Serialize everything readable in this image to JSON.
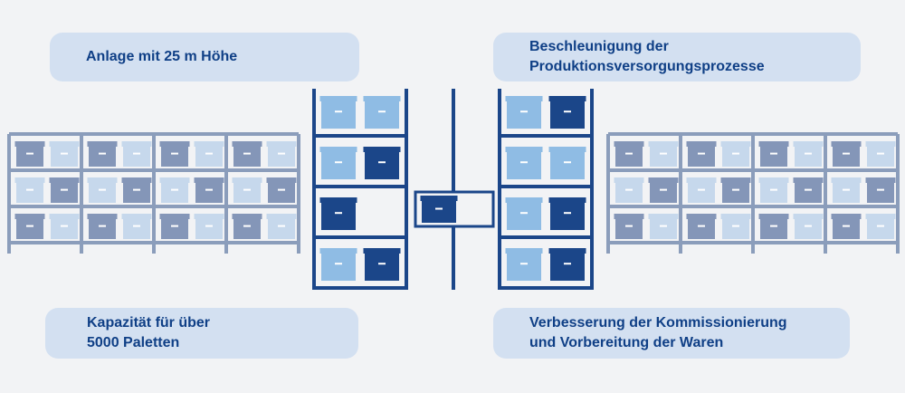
{
  "labels": {
    "top_left": "Anlage mit 25 m Höhe",
    "top_right": [
      "Beschleunigung der",
      "Produktionsversorgungsprozesse"
    ],
    "bottom_left": [
      "Kapazität für über",
      "5000 Paletten"
    ],
    "bottom_right": [
      "Verbesserung der Kommissionierung",
      "und Vorbereitung der Waren"
    ]
  },
  "colors": {
    "background": "#f2f3f5",
    "pill": "#d3e0f1",
    "text": "#0f3f86",
    "rack_dark": "#1b4689",
    "box_dark": "#1b4689",
    "box_light": "#8fbce4",
    "rack_side": "#8b9dbb",
    "box_side_dark": "#8496b8",
    "box_side_light": "#c6d8ec"
  },
  "icons": [
    "warehouse-rack-icon",
    "shuttle-lift-icon",
    "storage-box-icon"
  ]
}
